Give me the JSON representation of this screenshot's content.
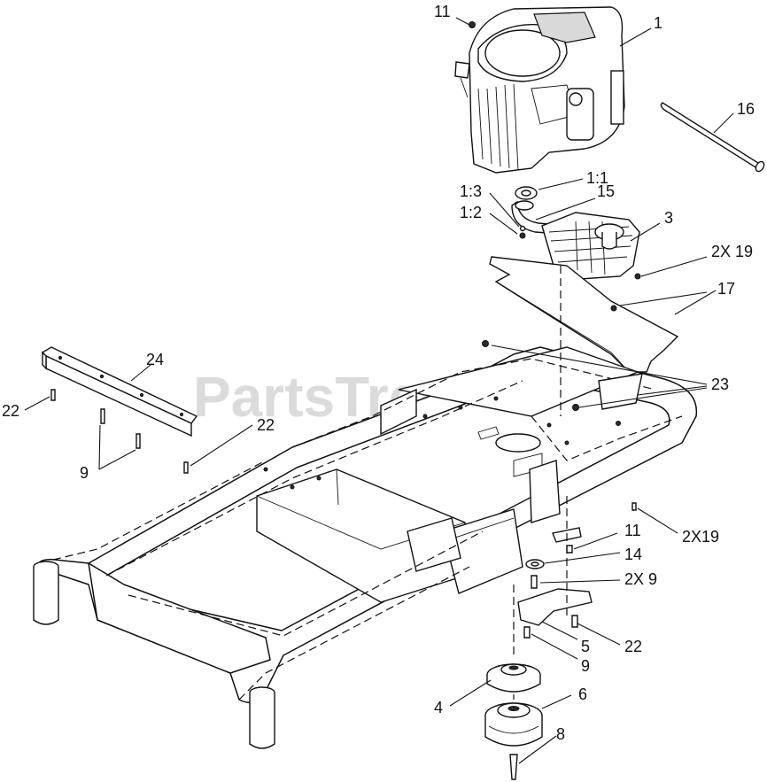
{
  "watermark": "PartsTree",
  "callouts": [
    {
      "id": "c-1",
      "text": "1"
    },
    {
      "id": "c-11-top",
      "text": "11"
    },
    {
      "id": "c-16",
      "text": "16"
    },
    {
      "id": "c-1-1",
      "text": "1:1"
    },
    {
      "id": "c-1-3",
      "text": "1:3"
    },
    {
      "id": "c-15",
      "text": "15"
    },
    {
      "id": "c-1-2",
      "text": "1:2"
    },
    {
      "id": "c-3",
      "text": "3"
    },
    {
      "id": "c-2x19-top",
      "text": "2X 19"
    },
    {
      "id": "c-17",
      "text": "17"
    },
    {
      "id": "c-24",
      "text": "24"
    },
    {
      "id": "c-23",
      "text": "23"
    },
    {
      "id": "c-22-left",
      "text": "22"
    },
    {
      "id": "c-22-mid",
      "text": "22"
    },
    {
      "id": "c-9-left",
      "text": "9"
    },
    {
      "id": "c-2x19-right",
      "text": "2X19"
    },
    {
      "id": "c-11-right",
      "text": "11"
    },
    {
      "id": "c-14",
      "text": "14"
    },
    {
      "id": "c-2x9",
      "text": "2X 9"
    },
    {
      "id": "c-5",
      "text": "5"
    },
    {
      "id": "c-22-right",
      "text": "22"
    },
    {
      "id": "c-9-bottom",
      "text": "9"
    },
    {
      "id": "c-4",
      "text": "4"
    },
    {
      "id": "c-6",
      "text": "6"
    },
    {
      "id": "c-8",
      "text": "8"
    }
  ]
}
